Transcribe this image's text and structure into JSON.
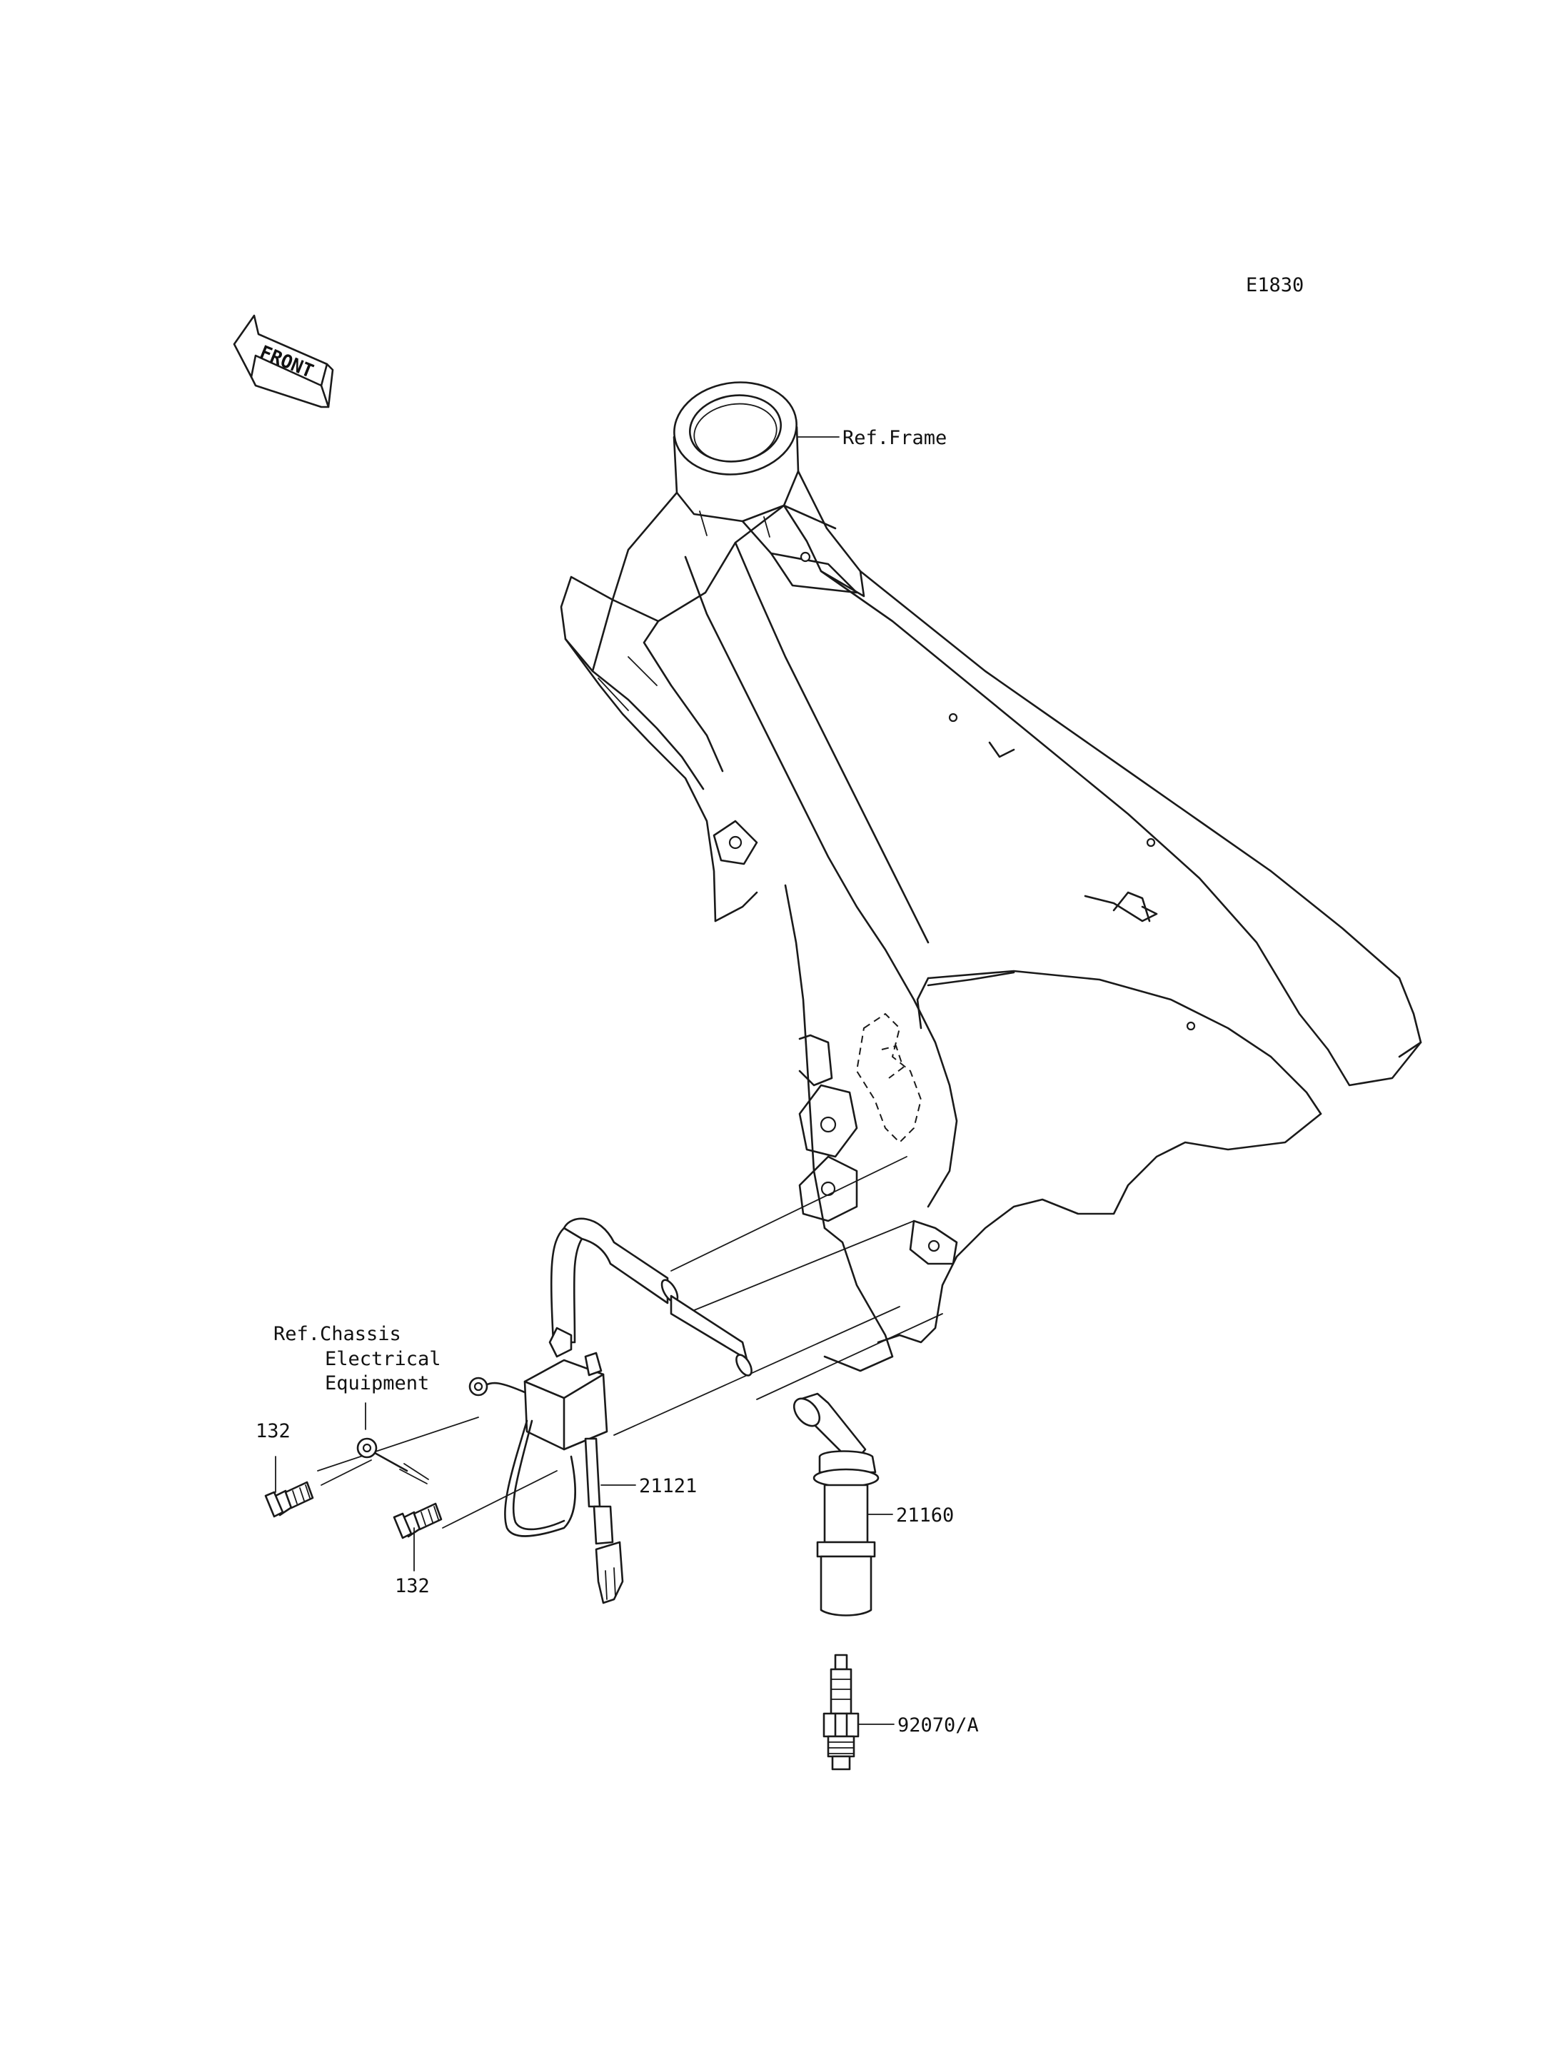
{
  "diagram": {
    "code": "E1830",
    "front_marker": "FRONT",
    "callouts": {
      "ref_frame": "Ref.Frame",
      "ref_chassis": [
        "Ref.Chassis",
        "Electrical",
        "Equipment"
      ],
      "bolt_left": "132",
      "bolt_right": "132",
      "coil": "21121",
      "plug_cap": "21160",
      "spark_plug": "92070/A"
    }
  }
}
